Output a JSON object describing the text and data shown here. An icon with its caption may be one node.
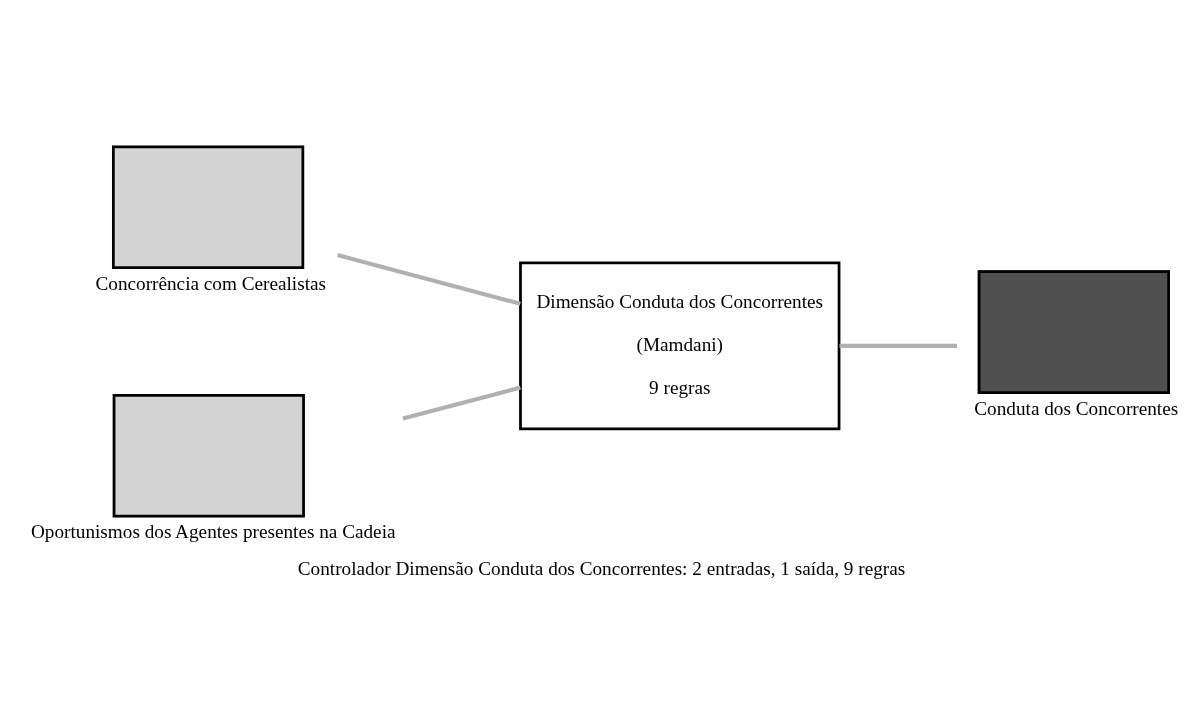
{
  "diagram": {
    "caption": "Controlador Dimensão Conduta dos Concorrentes: 2 entradas, 1 saída, 9 regras",
    "nodes": [
      {
        "text": [
          "Concorrência com Cerealistas"
        ]
      },
      {
        "text": [
          "Oportunismos dos Agentes presentes na Cadeia"
        ]
      },
      {
        "text": [
          "Dimensão Conduta dos Concorrentes",
          "(Mamdani)",
          "9 regras"
        ]
      },
      {
        "text": [
          "Conduta dos Concorrentes"
        ]
      }
    ],
    "edges": [
      {
        "from": 0,
        "to": 2,
        "arrow": "none"
      },
      {
        "from": 1,
        "to": 2,
        "arrow": "none"
      },
      {
        "from": 2,
        "to": 3,
        "arrow": "none"
      }
    ]
  }
}
